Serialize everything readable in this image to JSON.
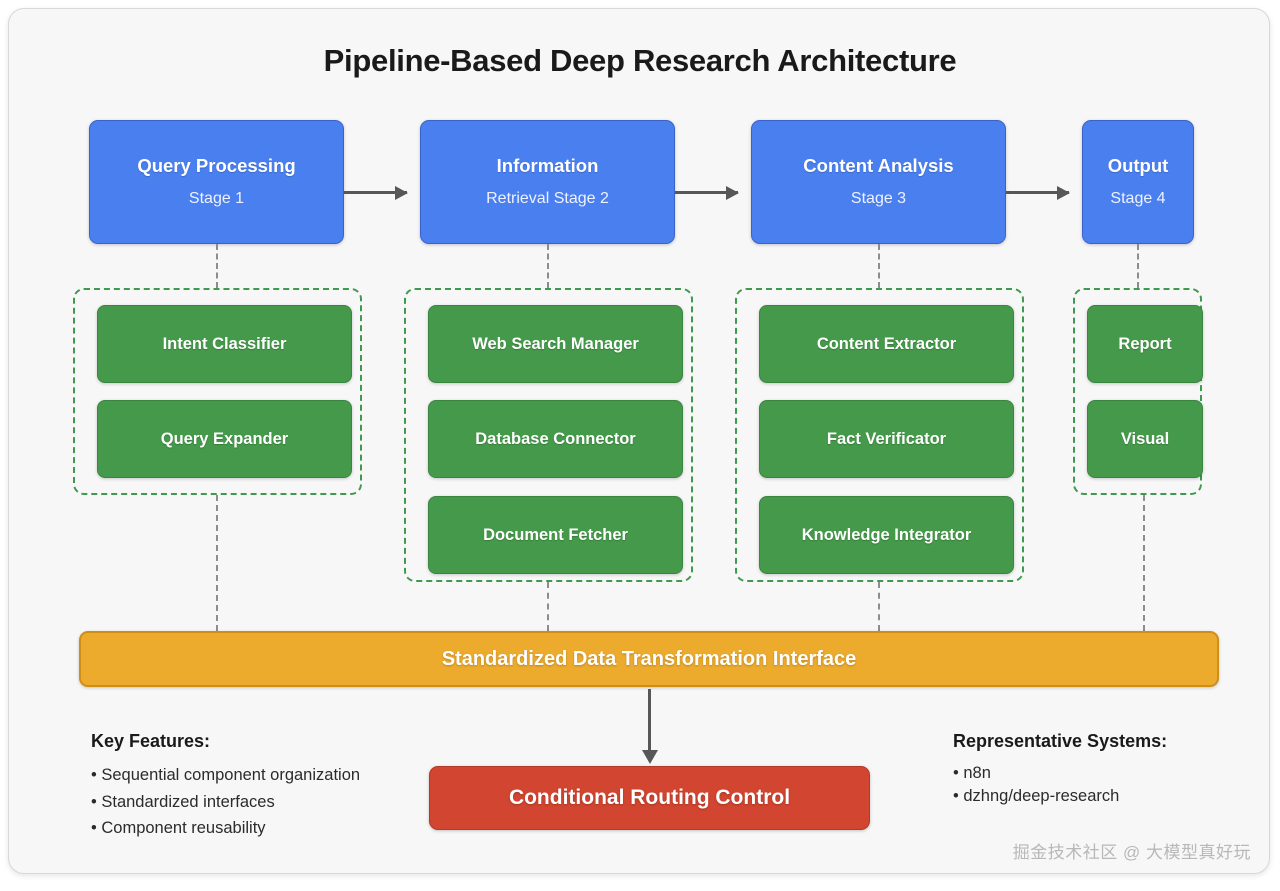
{
  "diagram": {
    "title": "Pipeline-Based Deep Research Architecture",
    "colors": {
      "stage_blue": "#4a7ff0",
      "component_green": "#45994a",
      "group_dashed_green": "#3f9a4f",
      "interface_orange": "#edab2e",
      "routing_red": "#d24530",
      "arrow_gray": "#575757",
      "connector_gray": "#8d8d8d",
      "card_background": "#f7f7f7"
    }
  },
  "stages": [
    {
      "title": "Query Processing",
      "subtitle": "Stage 1"
    },
    {
      "title": "Information",
      "subtitle": "Retrieval Stage 2"
    },
    {
      "title": "Content Analysis",
      "subtitle": "Stage 3"
    },
    {
      "title": "Output",
      "subtitle": "Stage 4"
    }
  ],
  "groups": [
    {
      "components": [
        "Intent Classifier",
        "Query Expander"
      ]
    },
    {
      "components": [
        "Web Search Manager",
        "Database Connector",
        "Document Fetcher"
      ]
    },
    {
      "components": [
        "Content Extractor",
        "Fact Verificator",
        "Knowledge Integrator"
      ]
    },
    {
      "components": [
        "Report",
        "Visual"
      ]
    }
  ],
  "interface_bar": {
    "label": "Standardized Data Transformation Interface"
  },
  "routing": {
    "label": "Conditional Routing Control"
  },
  "key_features": {
    "title": "Key Features:",
    "items": [
      "• Sequential component organization",
      "• Standardized interfaces",
      "• Component reusability"
    ]
  },
  "representative_systems": {
    "title": "Representative Systems:",
    "items": [
      "• n8n",
      "• dzhng/deep-research"
    ]
  },
  "watermark": {
    "text": "掘金技术社区 @ 大模型真好玩"
  }
}
